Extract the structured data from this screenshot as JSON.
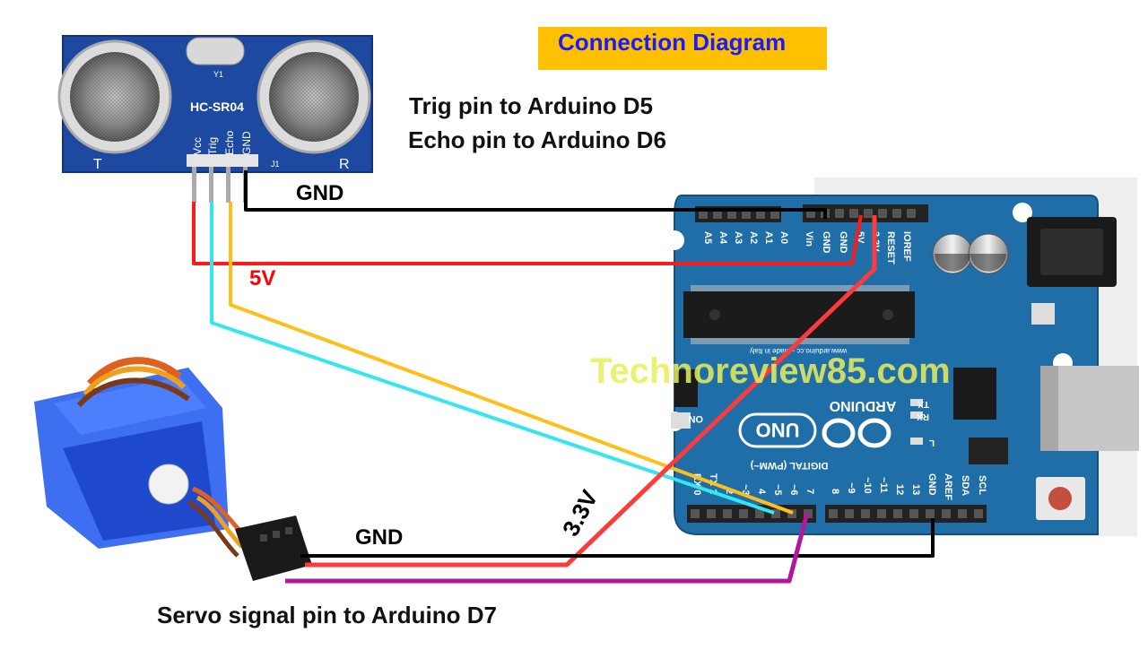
{
  "title": "Connection Diagram",
  "notes": {
    "trig": "Trig pin  to  Arduino D5",
    "echo": "Echo pin to Arduino D6",
    "servo": "Servo signal pin to Arduino D7"
  },
  "wire_labels": {
    "gnd_top": "GND",
    "v5": "5V",
    "v33": "3.3V",
    "gnd_bottom": "GND"
  },
  "watermark": "Technoreview85.com",
  "sensor": {
    "model": "HC-SR04",
    "pins": [
      "Vcc",
      "Trig",
      "Echo",
      "GND"
    ],
    "crystal": "Y1",
    "header": "J1",
    "left": "T",
    "right": "R"
  },
  "arduino": {
    "brand": "ARDUINO",
    "model": "UNO",
    "power_pins": [
      "IOREF",
      "RESET",
      "3.3V",
      "5V",
      "GND",
      "GND",
      "Vin"
    ],
    "analog_pins": [
      "A0",
      "A1",
      "A2",
      "A3",
      "A4",
      "A5"
    ],
    "digital_label": "DIGITAL (PWM~)",
    "digital_pins": [
      "SCL",
      "SDA",
      "AREF",
      "GND",
      "13",
      "12",
      "~11",
      "~10",
      "~9",
      "8",
      "7",
      "~6",
      "~5",
      "4",
      "~3",
      "2",
      "TX 1",
      "RX 0"
    ],
    "leds": [
      "TX",
      "RX",
      "L"
    ],
    "on_label": "ON",
    "made_in": "www.arduino.cc - Made in Italy"
  },
  "colors": {
    "title_bg": "#ffc000",
    "title_text": "#1a1aff",
    "wire_red": "#ff1a1a",
    "wire_black": "#000000",
    "wire_cyan": "#33e6f0",
    "wire_orange": "#ffbf1a",
    "wire_purple": "#b0179b",
    "board_blue": "#1f6ea8",
    "servo_blue": "#2a5ff0"
  }
}
